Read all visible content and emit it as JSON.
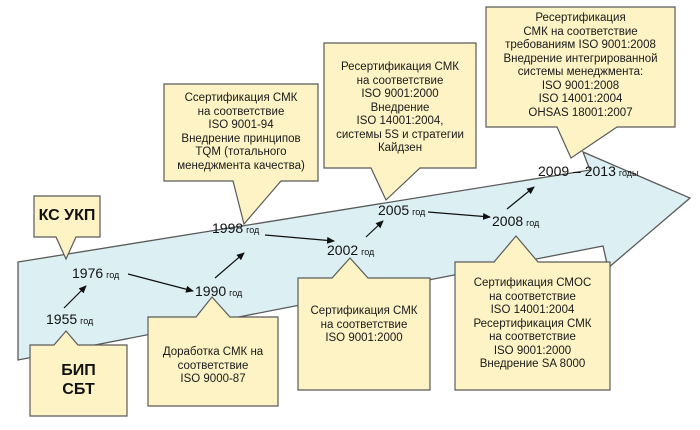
{
  "years": {
    "y1955": {
      "num": "1955",
      "suf": "год"
    },
    "y1976": {
      "num": "1976",
      "suf": "год"
    },
    "y1990": {
      "num": "1990",
      "suf": "год"
    },
    "y1998": {
      "num": "1998",
      "suf": "год"
    },
    "y2002": {
      "num": "2002",
      "suf": "год"
    },
    "y2005": {
      "num": "2005",
      "suf": "год"
    },
    "y2008": {
      "num": "2008",
      "suf": "год"
    },
    "y2009": {
      "num": "2009 – 2013",
      "suf": "годы"
    }
  },
  "labels": {
    "ks_ukp": "КС УКП",
    "bip": "БИП",
    "sbt": "СБТ"
  },
  "callouts": {
    "c1998": [
      "Ссертификация СМК",
      "на соответствие",
      "ISO 9001-94",
      "Внедрение принципов",
      "TQM (тотального",
      "менеджмента качества)"
    ],
    "c2005": [
      "Ресертификация СМК",
      "на соответствие",
      "ISO 9001:2000",
      "Внедрение",
      "ISO 14001:2004,",
      "системы 5S и стратегии",
      "Кайдзен"
    ],
    "c2009": [
      "Ресертификация",
      "СМК на соответствие",
      "требованиям ISO 9001:2008",
      "Внедрение интегрированной",
      "системы менеджмента:",
      "ISO 9001:2008",
      "ISO 14001:2004",
      "OHSAS 18001:2007"
    ],
    "c1990": [
      "Доработка СМК на",
      "соответствие",
      "ISO 9000-87"
    ],
    "c2002": [
      "Сертификация СМК",
      "на соответствие",
      "ISO 9001:2000"
    ],
    "c2008": [
      "Сертификация СМОС",
      "на соответствие",
      "ISO 14001:2004",
      "Ресертификация СМК",
      "на соответствие",
      "ISO 9001:2000",
      "Внедрение SA 8000"
    ]
  },
  "colors": {
    "arrow_fill": "#dcf0f4",
    "callout_fill": "#fdf3c4",
    "outline": "#5a5a5a"
  }
}
